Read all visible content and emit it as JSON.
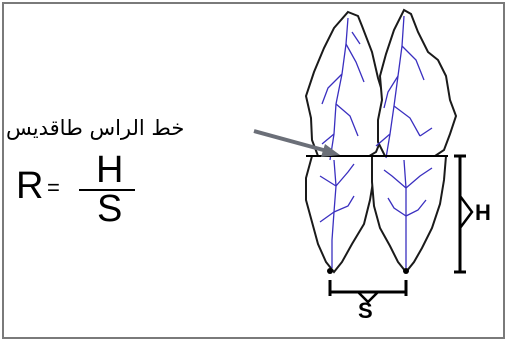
{
  "labels": {
    "crest_line": "خط الراس طاقديس",
    "height_symbol": "H",
    "spacing_symbol": "S"
  },
  "formula": {
    "lhs": "R",
    "equals": "=",
    "numerator": "H",
    "denominator": "S"
  },
  "colors": {
    "outline": "#1a1a1a",
    "veins": "#3a2fc0",
    "arrow": "#6b6f78",
    "frame": "#7a7a7a"
  }
}
